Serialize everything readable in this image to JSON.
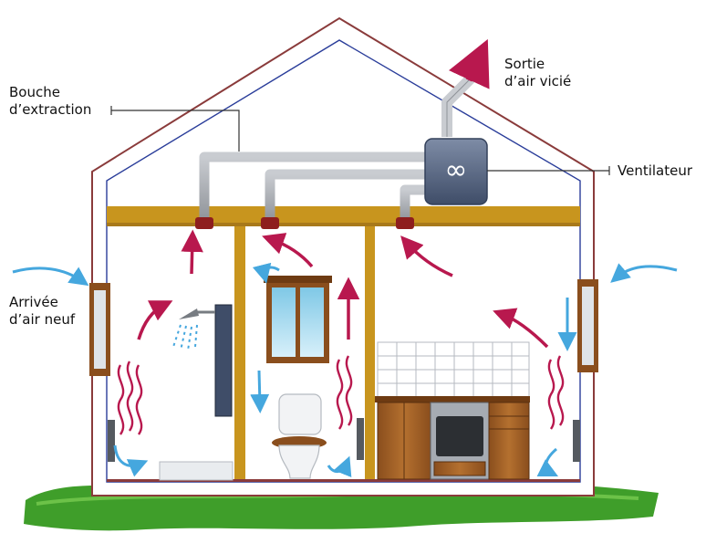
{
  "labels": {
    "sortie": "Sortie\nd’air vicié",
    "bouche": "Bouche\nd’extraction",
    "ventilateur": "Ventilateur",
    "arrivee": "Arrivée\nd’air neuf"
  },
  "fan_symbol": "∞",
  "colors": {
    "extract_arrow": "#b8184e",
    "fresh_air_arrow": "#45a7de",
    "beam": "#c8951e",
    "duct": "#a9acb2",
    "fan_box": "#5b6b86",
    "grass": "#3f9e2a",
    "walls": "#8a3b3b"
  }
}
